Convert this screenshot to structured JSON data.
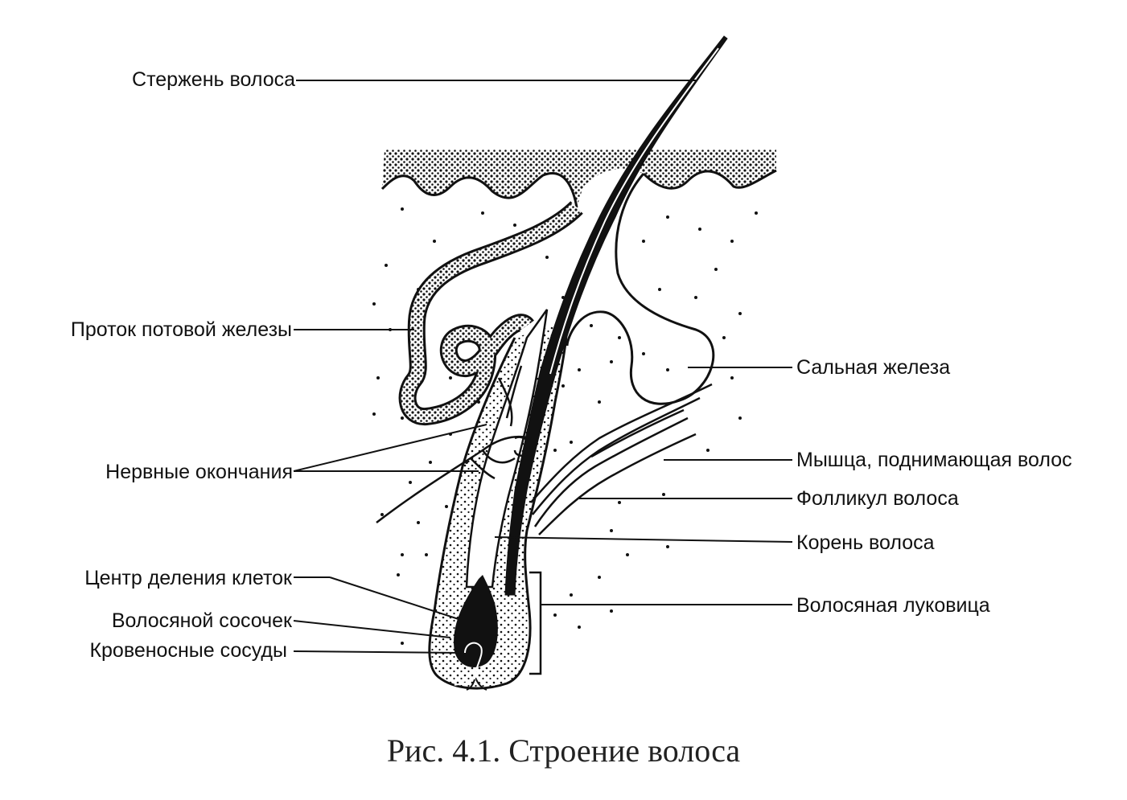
{
  "labels": {
    "hair_shaft": "Стержень волоса",
    "sweat_duct": "Проток потовой железы",
    "sebaceous_gland": "Сальная железа",
    "nerve_endings": "Нервные окончания",
    "arrector_muscle": "Мышца, поднимающая волос",
    "follicle": "Фолликул волоса",
    "root": "Корень волоса",
    "division_center": "Центр деления клеток",
    "papilla": "Волосяной сосочек",
    "bulb": "Волосяная луковица",
    "blood_vessels": "Кровеносные сосуды"
  },
  "caption": "Рис. 4.1. Строение волоса"
}
